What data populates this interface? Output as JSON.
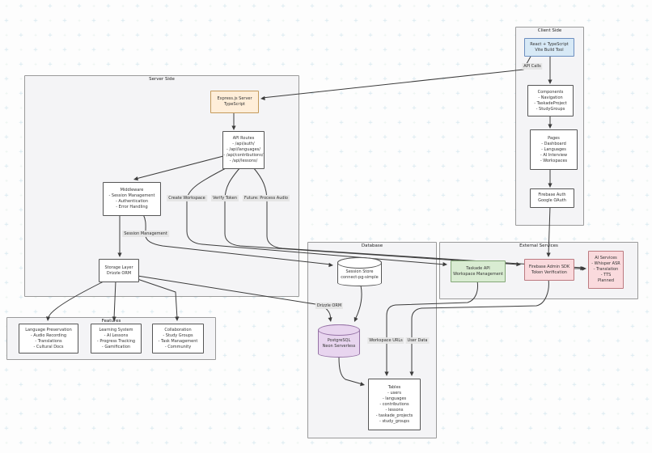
{
  "diagram": {
    "containers": {
      "server": {
        "label": "Server Side"
      },
      "client": {
        "label": "Client Side"
      },
      "database": {
        "label": "Database"
      },
      "external": {
        "label": "External Services"
      },
      "features": {
        "label": "Features"
      }
    },
    "nodes": {
      "react": {
        "lines": [
          "React + TypeScript",
          "Vite Build Tool"
        ]
      },
      "components": {
        "lines": [
          "Components",
          "- Navigation",
          "- TaskadeProject",
          "- StudyGroups"
        ]
      },
      "pages": {
        "lines": [
          "Pages",
          "- Dashboard",
          "- Languages",
          "- AI Interview",
          "- Workspaces"
        ]
      },
      "firebase_auth": {
        "lines": [
          "Firebase Auth",
          "Google OAuth"
        ]
      },
      "express": {
        "lines": [
          "Express.js Server",
          "TypeScript"
        ]
      },
      "api_routes": {
        "lines": [
          "API Routes",
          "- /api/auth/",
          "- /api/languages/",
          "- /api/contributions/",
          "- /api/lessons/"
        ]
      },
      "middleware": {
        "lines": [
          "Middleware",
          "- Session Management",
          "- Authentication",
          "- Error Handling"
        ]
      },
      "storage": {
        "lines": [
          "Storage Layer",
          "Drizzle ORM"
        ]
      },
      "session_store": {
        "lines": [
          "Session Store",
          "connect-pg-simple"
        ]
      },
      "postgresql": {
        "lines": [
          "PostgreSQL",
          "Neon Serverless"
        ]
      },
      "tables": {
        "lines": [
          "Tables",
          "- users",
          "- languages",
          "- contributions",
          "- lessons",
          "- taskade_projects",
          "- study_groups"
        ]
      },
      "taskade": {
        "lines": [
          "Taskade API",
          "Workspace Management"
        ]
      },
      "firebase_admin": {
        "lines": [
          "Firebase Admin SDK",
          "Token Verification"
        ]
      },
      "ai_services": {
        "lines": [
          "AI Services",
          "- Whisper ASR",
          "- Translation",
          "- TTS",
          "Planned"
        ]
      },
      "language_preservation": {
        "lines": [
          "Language Preservation",
          "- Audio Recording",
          "- Translations",
          "- Cultural Docs"
        ]
      },
      "learning_system": {
        "lines": [
          "Learning System",
          "- AI Lessons",
          "- Progress Tracking",
          "- Gamification"
        ]
      },
      "collaboration": {
        "lines": [
          "Collaboration",
          "- Study Groups",
          "- Task Management",
          "- Community"
        ]
      }
    },
    "edge_labels": {
      "api_calls": "API Calls",
      "create_workspace": "Create Workspace",
      "verify_token": "Verify Token",
      "future_audio": "Future: Process Audio",
      "session_management": "Session Management",
      "drizzle_orm": "Drizzle ORM",
      "workspace_urls": "Workspace URLs",
      "user_data": "User Data"
    },
    "colors": {
      "client_node": "#d7e9f6",
      "server_entry_node": "#ffeed9",
      "database_node": "#e8d5ef",
      "taskade_node": "#d9ecd2",
      "firebase_node": "#fadadd",
      "edge": "#3c3c3c",
      "cluster_fill": "#f4f4f6"
    }
  }
}
